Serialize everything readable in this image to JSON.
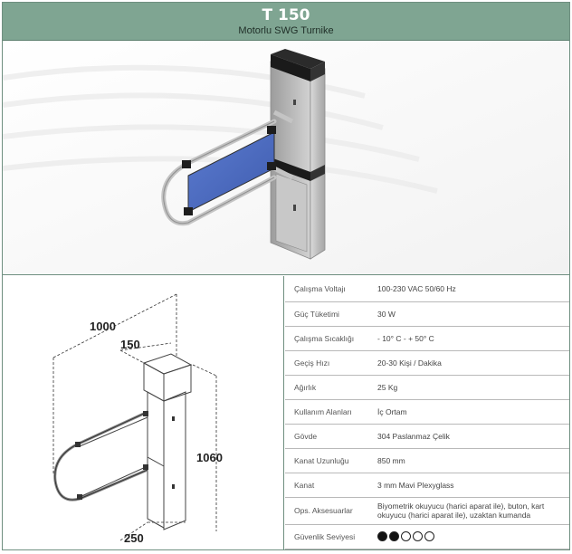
{
  "header": {
    "title": "T 150",
    "subtitle": "Motorlu SWG Turnike"
  },
  "colors": {
    "header_bg": "#7fa592",
    "glass_panel": "#4f6fc0",
    "metal": "#c9c9c9"
  },
  "drawing": {
    "dim_length": "1000",
    "dim_depth": "150",
    "dim_height": "1060",
    "dim_width": "250"
  },
  "specs": [
    {
      "label": "Çalışma Voltajı",
      "value": "100-230 VAC 50/60 Hz"
    },
    {
      "label": "Güç Tüketimi",
      "value": "30 W"
    },
    {
      "label": "Çalışma Sıcaklığı",
      "value": "- 10° C - + 50° C"
    },
    {
      "label": "Geçiş Hızı",
      "value": "20-30 Kişi / Dakika"
    },
    {
      "label": "Ağırlık",
      "value": "25 Kg"
    },
    {
      "label": "Kullanım Alanları",
      "value": "İç Ortam"
    },
    {
      "label": "Gövde",
      "value": "304 Paslanmaz Çelik"
    },
    {
      "label": "Kanat Uzunluğu",
      "value": "850 mm"
    },
    {
      "label": "Kanat",
      "value": "3 mm Mavi Plexyglass"
    },
    {
      "label": "Ops. Aksesuarlar",
      "value": "Biyometrik okuyucu (harici aparat ile), buton, kart okuyucu (harici aparat ile), uzaktan kumanda"
    },
    {
      "label": "Güvenlik Seviyesi",
      "rating": 2,
      "rating_max": 5
    }
  ]
}
